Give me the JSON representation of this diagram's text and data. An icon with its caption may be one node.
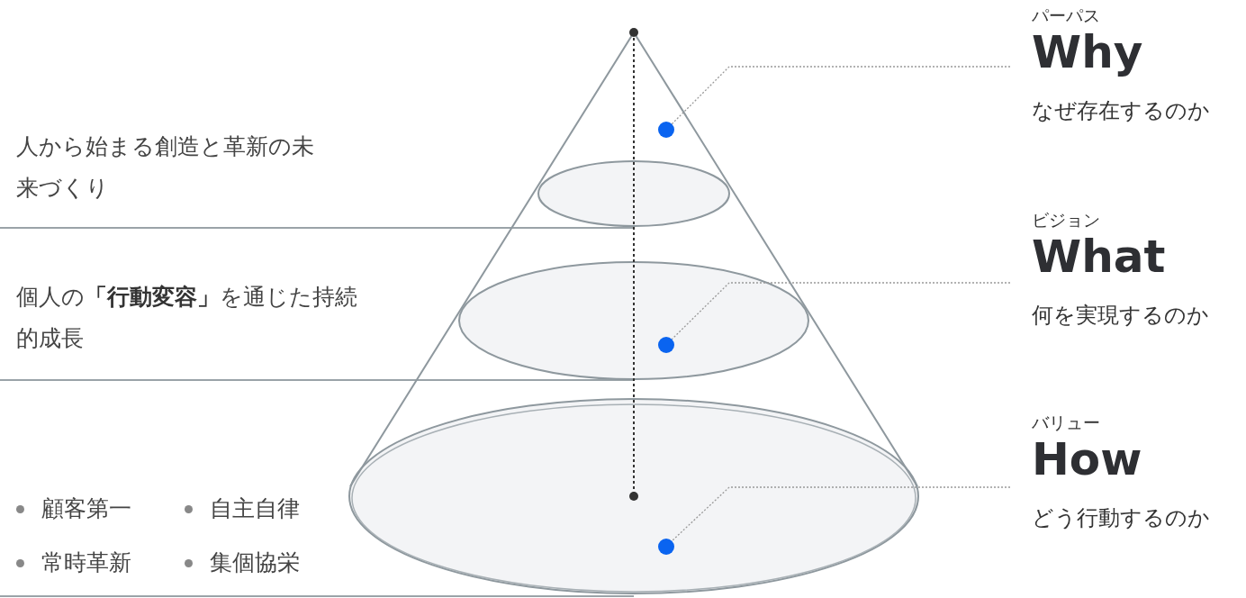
{
  "diagram": {
    "nodes": [
      {
        "text": [
          "パーパス",
          "Why",
          "なぜ存在するのか"
        ]
      },
      {
        "text": [
          "ビジョン",
          "What",
          "何を実現するのか"
        ]
      },
      {
        "text": [
          "バリュー",
          "How",
          "どう行動するのか"
        ]
      },
      {
        "text": [],
        "shape": "circle"
      },
      {
        "text": [],
        "shape": "circle"
      },
      {
        "text": [],
        "shape": "circle"
      }
    ],
    "edges": [
      {
        "from": 0,
        "to": 3,
        "arrow": "none"
      },
      {
        "from": 1,
        "to": 4,
        "arrow": "none"
      },
      {
        "from": 2,
        "to": 5,
        "arrow": "none"
      }
    ],
    "labels": [
      "人から始まる創造と革新の未来づくり",
      "個人の**「行動変容」**を通じた持続的成長",
      "顧客第一",
      "自主自律",
      "常時革新",
      "集個協栄"
    ]
  }
}
